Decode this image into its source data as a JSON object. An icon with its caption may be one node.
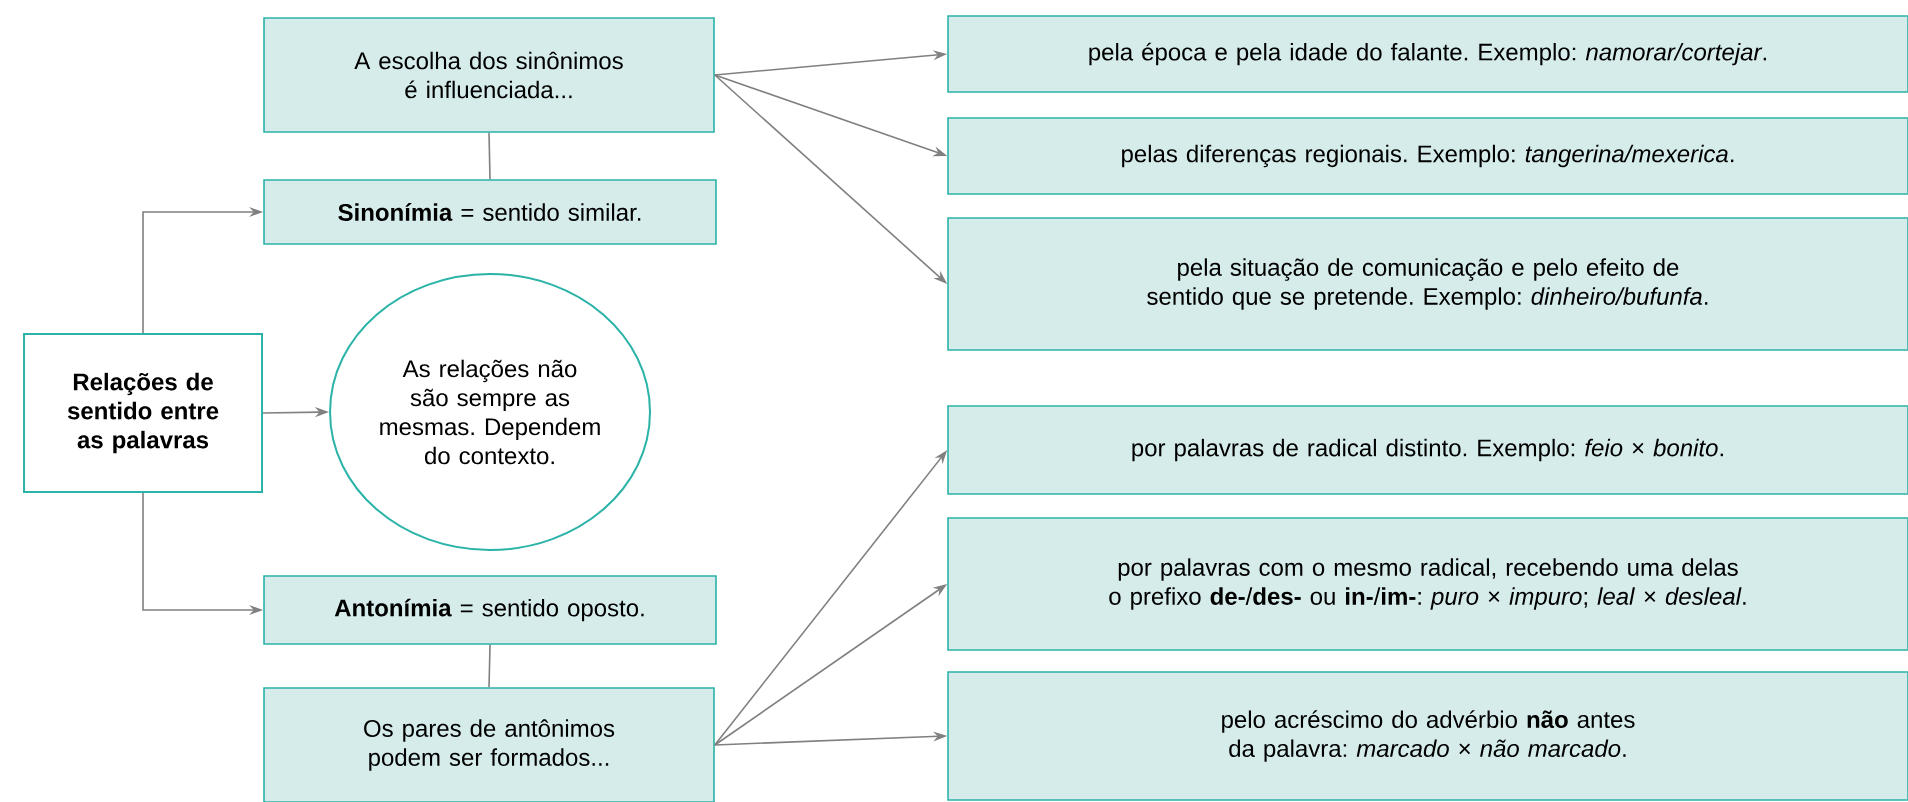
{
  "diagram": {
    "nodes": [
      {
        "text": [
          "Relações de sentido entre as palavras"
        ]
      },
      {
        "text": [
          "A escolha dos sinônimos é influenciada..."
        ]
      },
      {
        "text": [
          "**Sinonímia** = sentido similar."
        ]
      },
      {
        "text": [
          "As relações não são sempre as mesmas. Dependem do contexto."
        ]
      },
      {
        "text": [
          "**Antonímia** = sentido oposto."
        ]
      },
      {
        "text": [
          "Os pares de antônimos podem ser formados..."
        ]
      },
      {
        "text": [
          "pela época e pela idade do falante. Exemplo: *namorar/cortejar*."
        ]
      },
      {
        "text": [
          "pelas diferenças regionais. Exemplo: *tangerina/mexerica*."
        ]
      },
      {
        "text": [
          "pela situação de comunicação e pelo efeito de sentido que se pretende. Exemplo: *dinheiro/bufunfa*."
        ]
      },
      {
        "text": [
          "por palavras de radical distinto. Exemplo: *feio* × *bonito*."
        ]
      },
      {
        "text": [
          "por palavras com o mesmo radical, recebendo uma delas o prefixo **de-**/**des-** ou **in-**/**im-**: *puro* × *impuro*; *leal* × *desleal*."
        ]
      },
      {
        "text": [
          "pelo acréscimo do advérbio **não** antes da palavra: *marcado* × *não marcado*."
        ]
      }
    ],
    "edges": [
      {
        "from": 0,
        "to": 2,
        "arrow": "to"
      },
      {
        "from": 0,
        "to": 3,
        "arrow": "to"
      },
      {
        "from": 0,
        "to": 4,
        "arrow": "to"
      },
      {
        "from": 1,
        "to": 2,
        "arrow": "none"
      },
      {
        "from": 1,
        "to": 6,
        "arrow": "to"
      },
      {
        "from": 1,
        "to": 7,
        "arrow": "to"
      },
      {
        "from": 1,
        "to": 8,
        "arrow": "to"
      },
      {
        "from": 4,
        "to": 5,
        "arrow": "none"
      },
      {
        "from": 5,
        "to": 9,
        "arrow": "to"
      },
      {
        "from": 5,
        "to": 10,
        "arrow": "to"
      },
      {
        "from": 5,
        "to": 11,
        "arrow": "to"
      }
    ]
  }
}
